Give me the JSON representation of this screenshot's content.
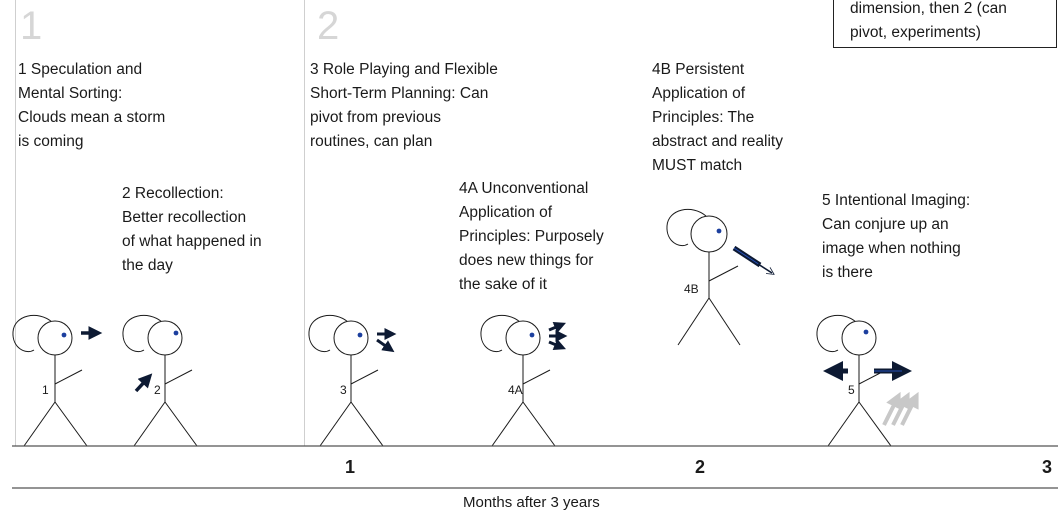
{
  "stage_markers": [
    "1",
    "2"
  ],
  "legend_note": "dimension, then 2 (can\npivot, experiments)",
  "stages": [
    {
      "id": "1",
      "text": "1 Speculation and\nMental Sorting:\nClouds mean a storm\nis coming"
    },
    {
      "id": "2",
      "text": "2 Recollection:\nBetter recollection\nof what happened in\nthe day"
    },
    {
      "id": "3",
      "text": "3 Role Playing and Flexible\nShort-Term Planning: Can\npivot from previous\nroutines, can plan"
    },
    {
      "id": "4A",
      "text": "4A Unconventional\nApplication of\nPrinciples: Purposely\ndoes new things for\nthe sake of it"
    },
    {
      "id": "4B",
      "text": "4B Persistent\nApplication of\nPrinciples: The\nabstract and reality\nMUST match"
    },
    {
      "id": "5",
      "text": "5 Intentional Imaging:\nCan conjure up an\nimage when nothing\nis there"
    }
  ],
  "figure_labels": [
    "1",
    "2",
    "3",
    "4A",
    "4B",
    "5"
  ],
  "axis": {
    "ticks": [
      "1",
      "2",
      "3"
    ],
    "label": "Months after 3 years"
  },
  "colors": {
    "arrow_dark": "#0d1a33",
    "arrow_outline": "#2a5bd7",
    "ghost_arrows": "#c8c8c8",
    "axis_line": "#555555"
  }
}
